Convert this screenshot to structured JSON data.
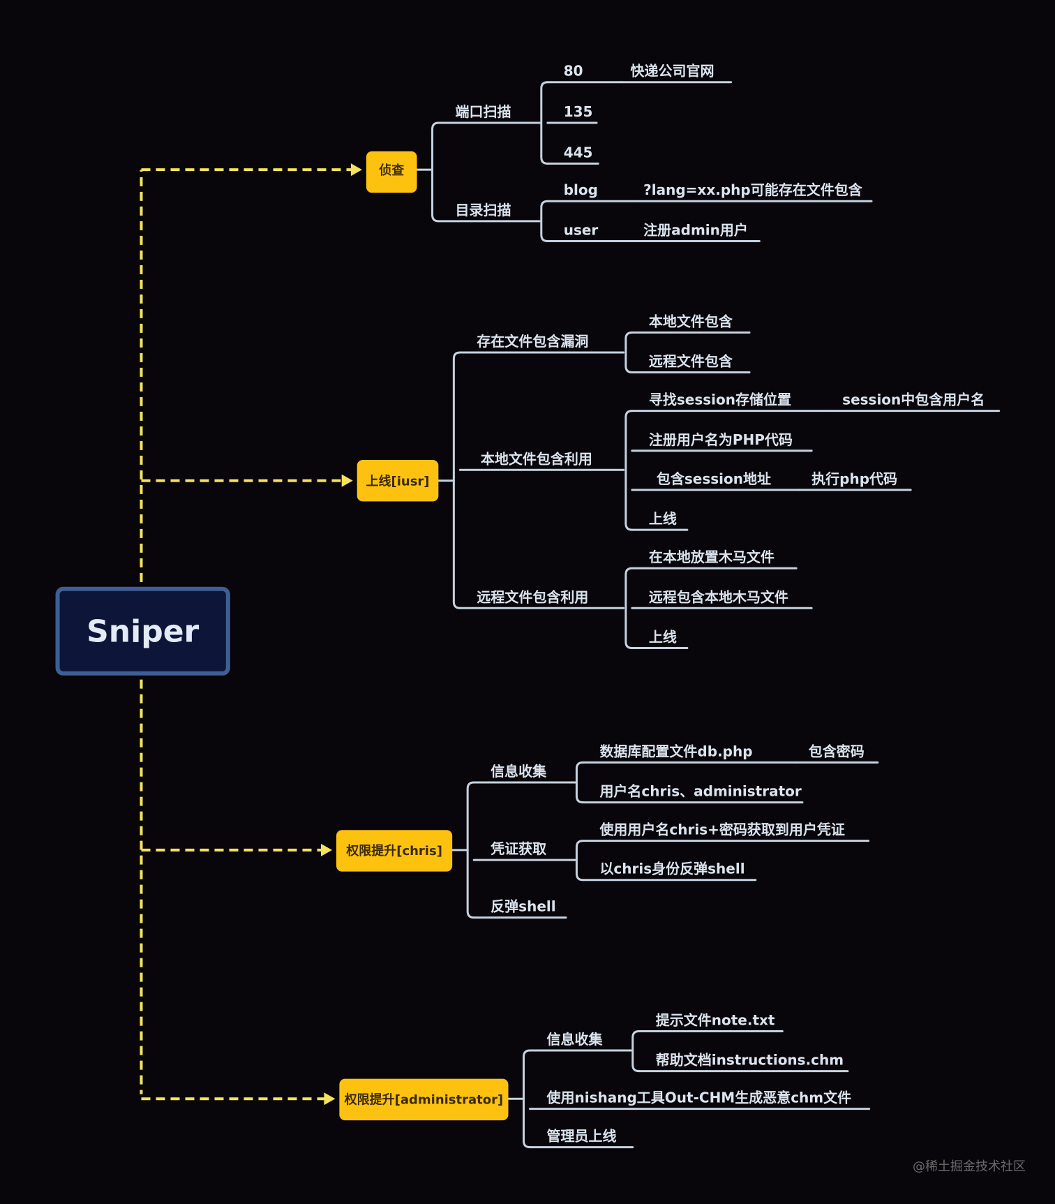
{
  "colors": {
    "background": "#08050b",
    "root_fill": "#0d1638",
    "root_border": "#3e5f96",
    "root_text": "#e4ebf7",
    "branch_fill": "#fdc20f",
    "branch_text": "#3a2a00",
    "connector": "#f5e35b",
    "line": "#c6d2df",
    "text": "#dbe4ee",
    "watermark": "#6b6b6b"
  },
  "root": {
    "label": "Sniper"
  },
  "branches": [
    {
      "label": "侦查",
      "children": [
        {
          "label": "端口扫描",
          "children": [
            {
              "label": "80",
              "children": [
                {
                  "label": "快递公司官网"
                }
              ]
            },
            {
              "label": "135"
            },
            {
              "label": "445"
            }
          ]
        },
        {
          "label": "目录扫描",
          "children": [
            {
              "label": "blog",
              "children": [
                {
                  "label": "?lang=xx.php可能存在文件包含"
                }
              ]
            },
            {
              "label": "user",
              "children": [
                {
                  "label": "注册admin用户"
                }
              ]
            }
          ]
        }
      ]
    },
    {
      "label": "上线[iusr]",
      "children": [
        {
          "label": "存在文件包含漏洞",
          "children": [
            {
              "label": "本地文件包含"
            },
            {
              "label": "远程文件包含"
            }
          ]
        },
        {
          "label": "本地文件包含利用",
          "children": [
            {
              "label": "寻找session存储位置",
              "children": [
                {
                  "label": "session中包含用户名"
                }
              ]
            },
            {
              "label": "注册用户名为PHP代码"
            },
            {
              "label": "包含session地址",
              "children": [
                {
                  "label": "执行php代码"
                }
              ]
            },
            {
              "label": "上线"
            }
          ]
        },
        {
          "label": "远程文件包含利用",
          "children": [
            {
              "label": "在本地放置木马文件"
            },
            {
              "label": "远程包含本地木马文件"
            },
            {
              "label": "上线"
            }
          ]
        }
      ]
    },
    {
      "label": "权限提升[chris]",
      "children": [
        {
          "label": "信息收集",
          "children": [
            {
              "label": "数据库配置文件db.php",
              "children": [
                {
                  "label": "包含密码"
                }
              ]
            },
            {
              "label": "用户名chris、administrator"
            }
          ]
        },
        {
          "label": "凭证获取",
          "children": [
            {
              "label": "使用用户名chris+密码获取到用户凭证"
            },
            {
              "label": "以chris身份反弹shell"
            }
          ]
        },
        {
          "label": "反弹shell"
        }
      ]
    },
    {
      "label": "权限提升[administrator]",
      "children": [
        {
          "label": "信息收集",
          "children": [
            {
              "label": "提示文件note.txt"
            },
            {
              "label": "帮助文档instructions.chm"
            }
          ]
        },
        {
          "label": "使用nishang工具Out-CHM生成恶意chm文件"
        },
        {
          "label": "管理员上线"
        }
      ]
    }
  ],
  "watermark": "@稀土掘金技术社区"
}
